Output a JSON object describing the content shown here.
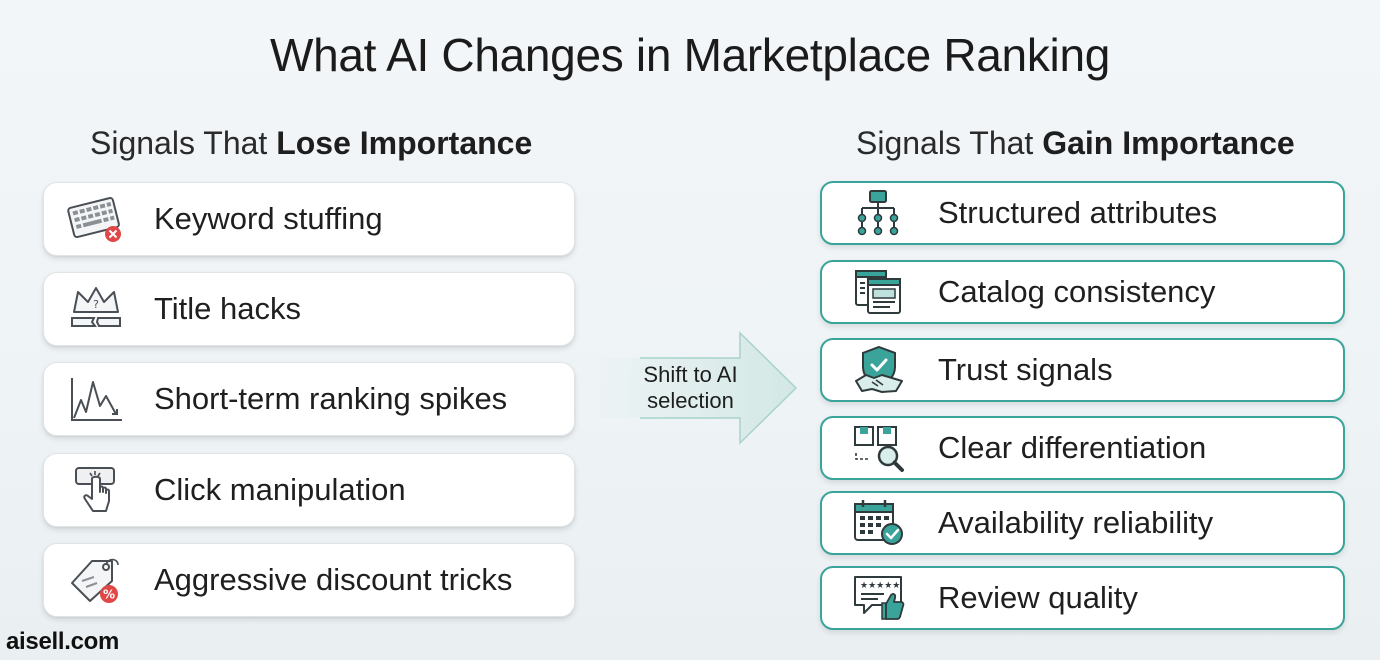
{
  "title": "What AI Changes in Marketplace Ranking",
  "left": {
    "heading_prefix": "Signals That ",
    "heading_bold": "Lose Importance",
    "items": [
      {
        "label": "Keyword stuffing",
        "icon": "keyboard-x-icon"
      },
      {
        "label": "Title hacks",
        "icon": "broken-crown-icon"
      },
      {
        "label": "Short-term ranking spikes",
        "icon": "spike-chart-icon"
      },
      {
        "label": "Click manipulation",
        "icon": "click-cursor-icon"
      },
      {
        "label": "Aggressive discount tricks",
        "icon": "discount-tag-icon"
      }
    ]
  },
  "right": {
    "heading_prefix": "Signals That ",
    "heading_bold": "Gain Importance",
    "items": [
      {
        "label": "Structured attributes",
        "icon": "hierarchy-icon"
      },
      {
        "label": "Catalog consistency",
        "icon": "catalog-pages-icon"
      },
      {
        "label": "Trust signals",
        "icon": "shield-handshake-icon"
      },
      {
        "label": "Clear differentiation",
        "icon": "compare-magnifier-icon"
      },
      {
        "label": "Availability reliability",
        "icon": "calendar-check-icon"
      },
      {
        "label": "Review quality",
        "icon": "review-thumbs-up-icon"
      }
    ]
  },
  "arrow": {
    "line1": "Shift to AI",
    "line2": "selection"
  },
  "footer": "aisell.com",
  "colors": {
    "accent": "#3aa39a",
    "icon_dark": "#3a3f44",
    "negative": "#e04848"
  }
}
